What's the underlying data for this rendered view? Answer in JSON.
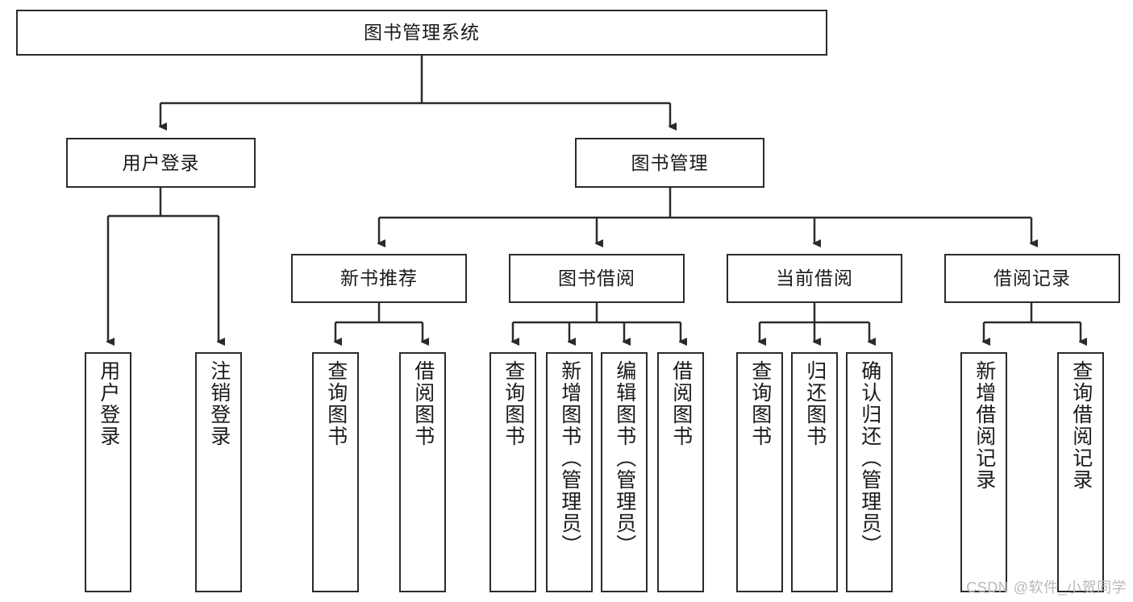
{
  "diagram": {
    "title": "图书管理系统",
    "type": "tree-hierarchy-chart",
    "watermark": "CSDN @软件_小贺同学",
    "colors": {
      "box_border": "#2b2b2b",
      "box_fill": "#ffffff",
      "connector": "#2b2b2b",
      "text": "#1a1a1a",
      "watermark": "#b9b9b9"
    },
    "levels": [
      {
        "level": 1,
        "nodes": [
          {
            "id": "root",
            "label": "图书管理系统",
            "orientation": "horizontal"
          }
        ]
      },
      {
        "level": 2,
        "nodes": [
          {
            "id": "user-login",
            "label": "用户登录",
            "orientation": "horizontal",
            "parent": "root"
          },
          {
            "id": "book-manage",
            "label": "图书管理",
            "orientation": "horizontal",
            "parent": "root"
          }
        ]
      },
      {
        "level": 3,
        "nodes": [
          {
            "id": "new-book-rec",
            "label": "新书推荐",
            "orientation": "horizontal",
            "parent": "book-manage"
          },
          {
            "id": "book-borrow",
            "label": "图书借阅",
            "orientation": "horizontal",
            "parent": "book-manage"
          },
          {
            "id": "current-borrow",
            "label": "当前借阅",
            "orientation": "horizontal",
            "parent": "book-manage"
          },
          {
            "id": "borrow-record",
            "label": "借阅记录",
            "orientation": "horizontal",
            "parent": "book-manage"
          }
        ]
      },
      {
        "level": 4,
        "nodes": [
          {
            "id": "leaf-user-login",
            "label": "用户登录",
            "orientation": "vertical",
            "parent": "user-login"
          },
          {
            "id": "leaf-user-logout",
            "label": "注销登录",
            "orientation": "vertical",
            "parent": "user-login"
          },
          {
            "id": "leaf-rec-query",
            "label": "查询图书",
            "orientation": "vertical",
            "parent": "new-book-rec"
          },
          {
            "id": "leaf-rec-borrow",
            "label": "借阅图书",
            "orientation": "vertical",
            "parent": "new-book-rec"
          },
          {
            "id": "leaf-borrow-query",
            "label": "查询图书",
            "orientation": "vertical",
            "parent": "book-borrow"
          },
          {
            "id": "leaf-borrow-add",
            "label": "新增图书（管理员）",
            "orientation": "vertical",
            "parent": "book-borrow"
          },
          {
            "id": "leaf-borrow-edit",
            "label": "编辑图书（管理员）",
            "orientation": "vertical",
            "parent": "book-borrow"
          },
          {
            "id": "leaf-borrow-lend",
            "label": "借阅图书",
            "orientation": "vertical",
            "parent": "book-borrow"
          },
          {
            "id": "leaf-current-query",
            "label": "查询图书",
            "orientation": "vertical",
            "parent": "current-borrow"
          },
          {
            "id": "leaf-current-return",
            "label": "归还图书",
            "orientation": "vertical",
            "parent": "current-borrow"
          },
          {
            "id": "leaf-current-confirm",
            "label": "确认归还（管理员）",
            "orientation": "vertical",
            "parent": "current-borrow"
          },
          {
            "id": "leaf-record-add",
            "label": "新增借阅记录",
            "orientation": "vertical",
            "parent": "borrow-record"
          },
          {
            "id": "leaf-record-query",
            "label": "查询借阅记录",
            "orientation": "vertical",
            "parent": "borrow-record"
          }
        ]
      }
    ]
  }
}
